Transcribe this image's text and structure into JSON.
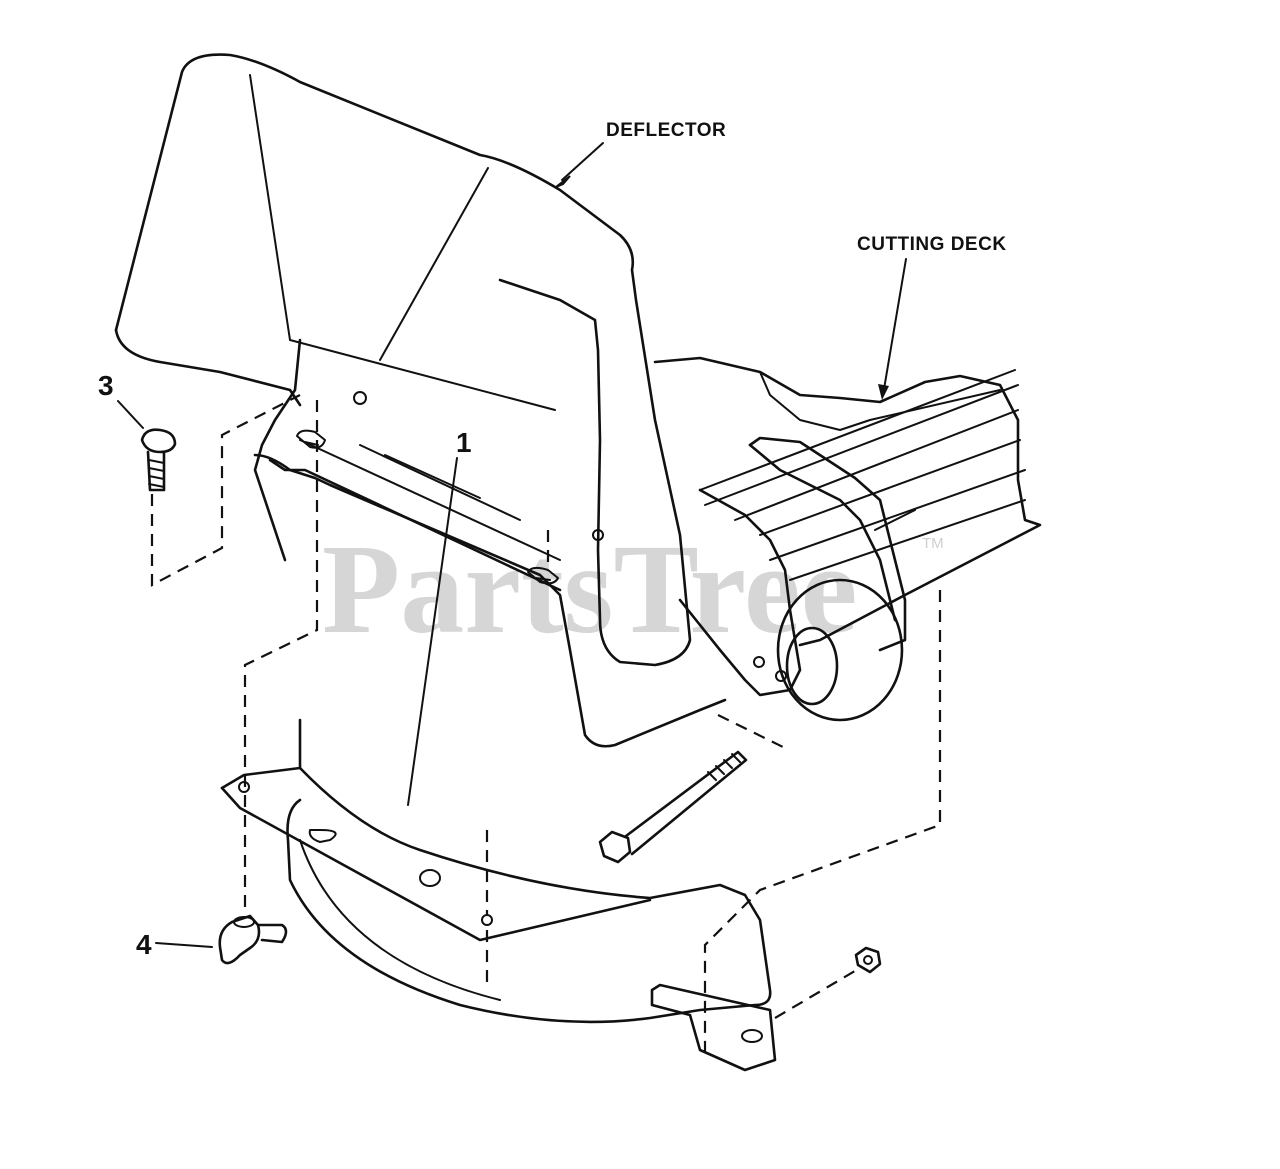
{
  "labels": {
    "deflector": "DEFLECTOR",
    "cutting_deck": "CUTTING DECK"
  },
  "callouts": {
    "part_1": "1",
    "part_3": "3",
    "part_4": "4"
  },
  "watermark": {
    "text": "PartsTree",
    "trademark": "TM"
  }
}
